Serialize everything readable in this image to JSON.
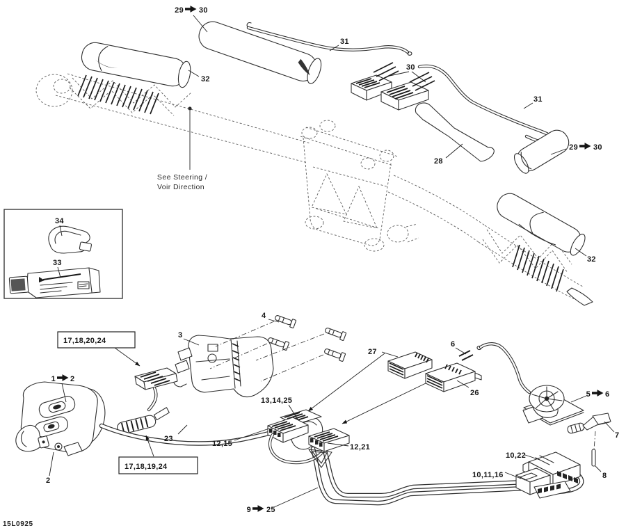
{
  "diagram": {
    "code": "15L0925",
    "note": {
      "line1": "See Steering /",
      "line2": "Voir Direction"
    },
    "callouts": {
      "c29_30_top": {
        "from": "29",
        "to": "30"
      },
      "c31_top": "31",
      "c32_left": "32",
      "c30_mid": "30",
      "c31_right": "31",
      "c29_30_right": {
        "from": "29",
        "to": "30"
      },
      "c28": "28",
      "c32_right": "32",
      "c34": "34",
      "c33": "33",
      "box_upper": "17,18,20,24",
      "box_lower": "17,18,19,24",
      "c1_2": {
        "from": "1",
        "to": "2"
      },
      "c2": "2",
      "c3": "3",
      "c4": "4",
      "c23": "23",
      "c12_15": "12,15",
      "c13_14_25": "13,14,25",
      "c12_21": "12,21",
      "c27": "27",
      "c26": "26",
      "c6": "6",
      "c5_6": {
        "from": "5",
        "to": "6"
      },
      "c7": "7",
      "c8": "8",
      "c10_22": "10,22",
      "c10_11_16": "10,11,16",
      "c9_25": {
        "from": "9",
        "to": "25"
      }
    },
    "colors": {
      "line": "#2e2e2e",
      "label": "#161616",
      "background": "#ffffff"
    }
  }
}
